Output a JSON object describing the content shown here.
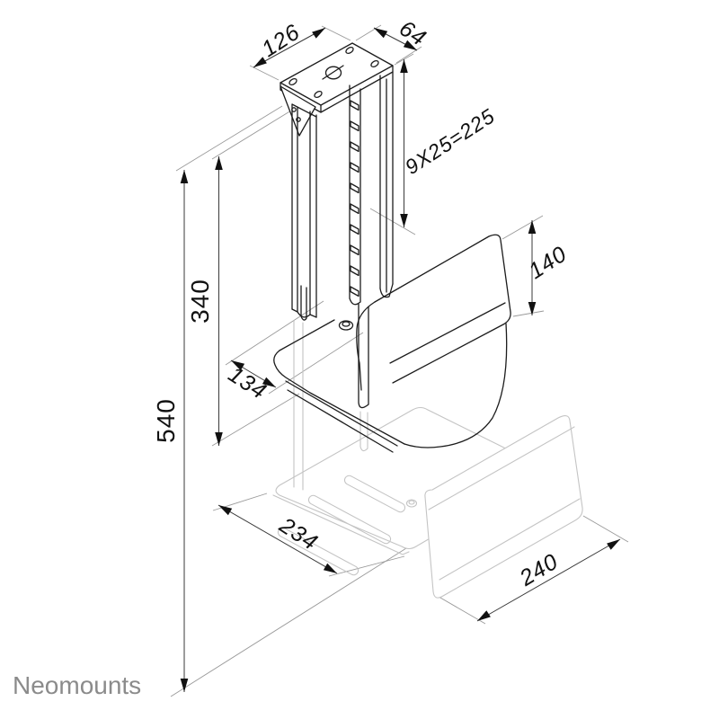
{
  "branding": {
    "logo_text": "Neomounts"
  },
  "diagram": {
    "type": "technical-drawing",
    "subject": "ceiling-mount CPU holder, isometric dimensioned view",
    "units": "mm"
  },
  "dimensions": {
    "plate_width": {
      "label": "126"
    },
    "plate_depth": {
      "label": "64"
    },
    "adjustment_slots": {
      "label": "9X25=225"
    },
    "side_panel_height": {
      "label": "140"
    },
    "column_length": {
      "label": "340"
    },
    "upper_shelf_depth": {
      "label": "134"
    },
    "overall_height": {
      "label": "540"
    },
    "lower_tray_depth": {
      "label": "234"
    },
    "lower_panel_width": {
      "label": "240"
    }
  }
}
